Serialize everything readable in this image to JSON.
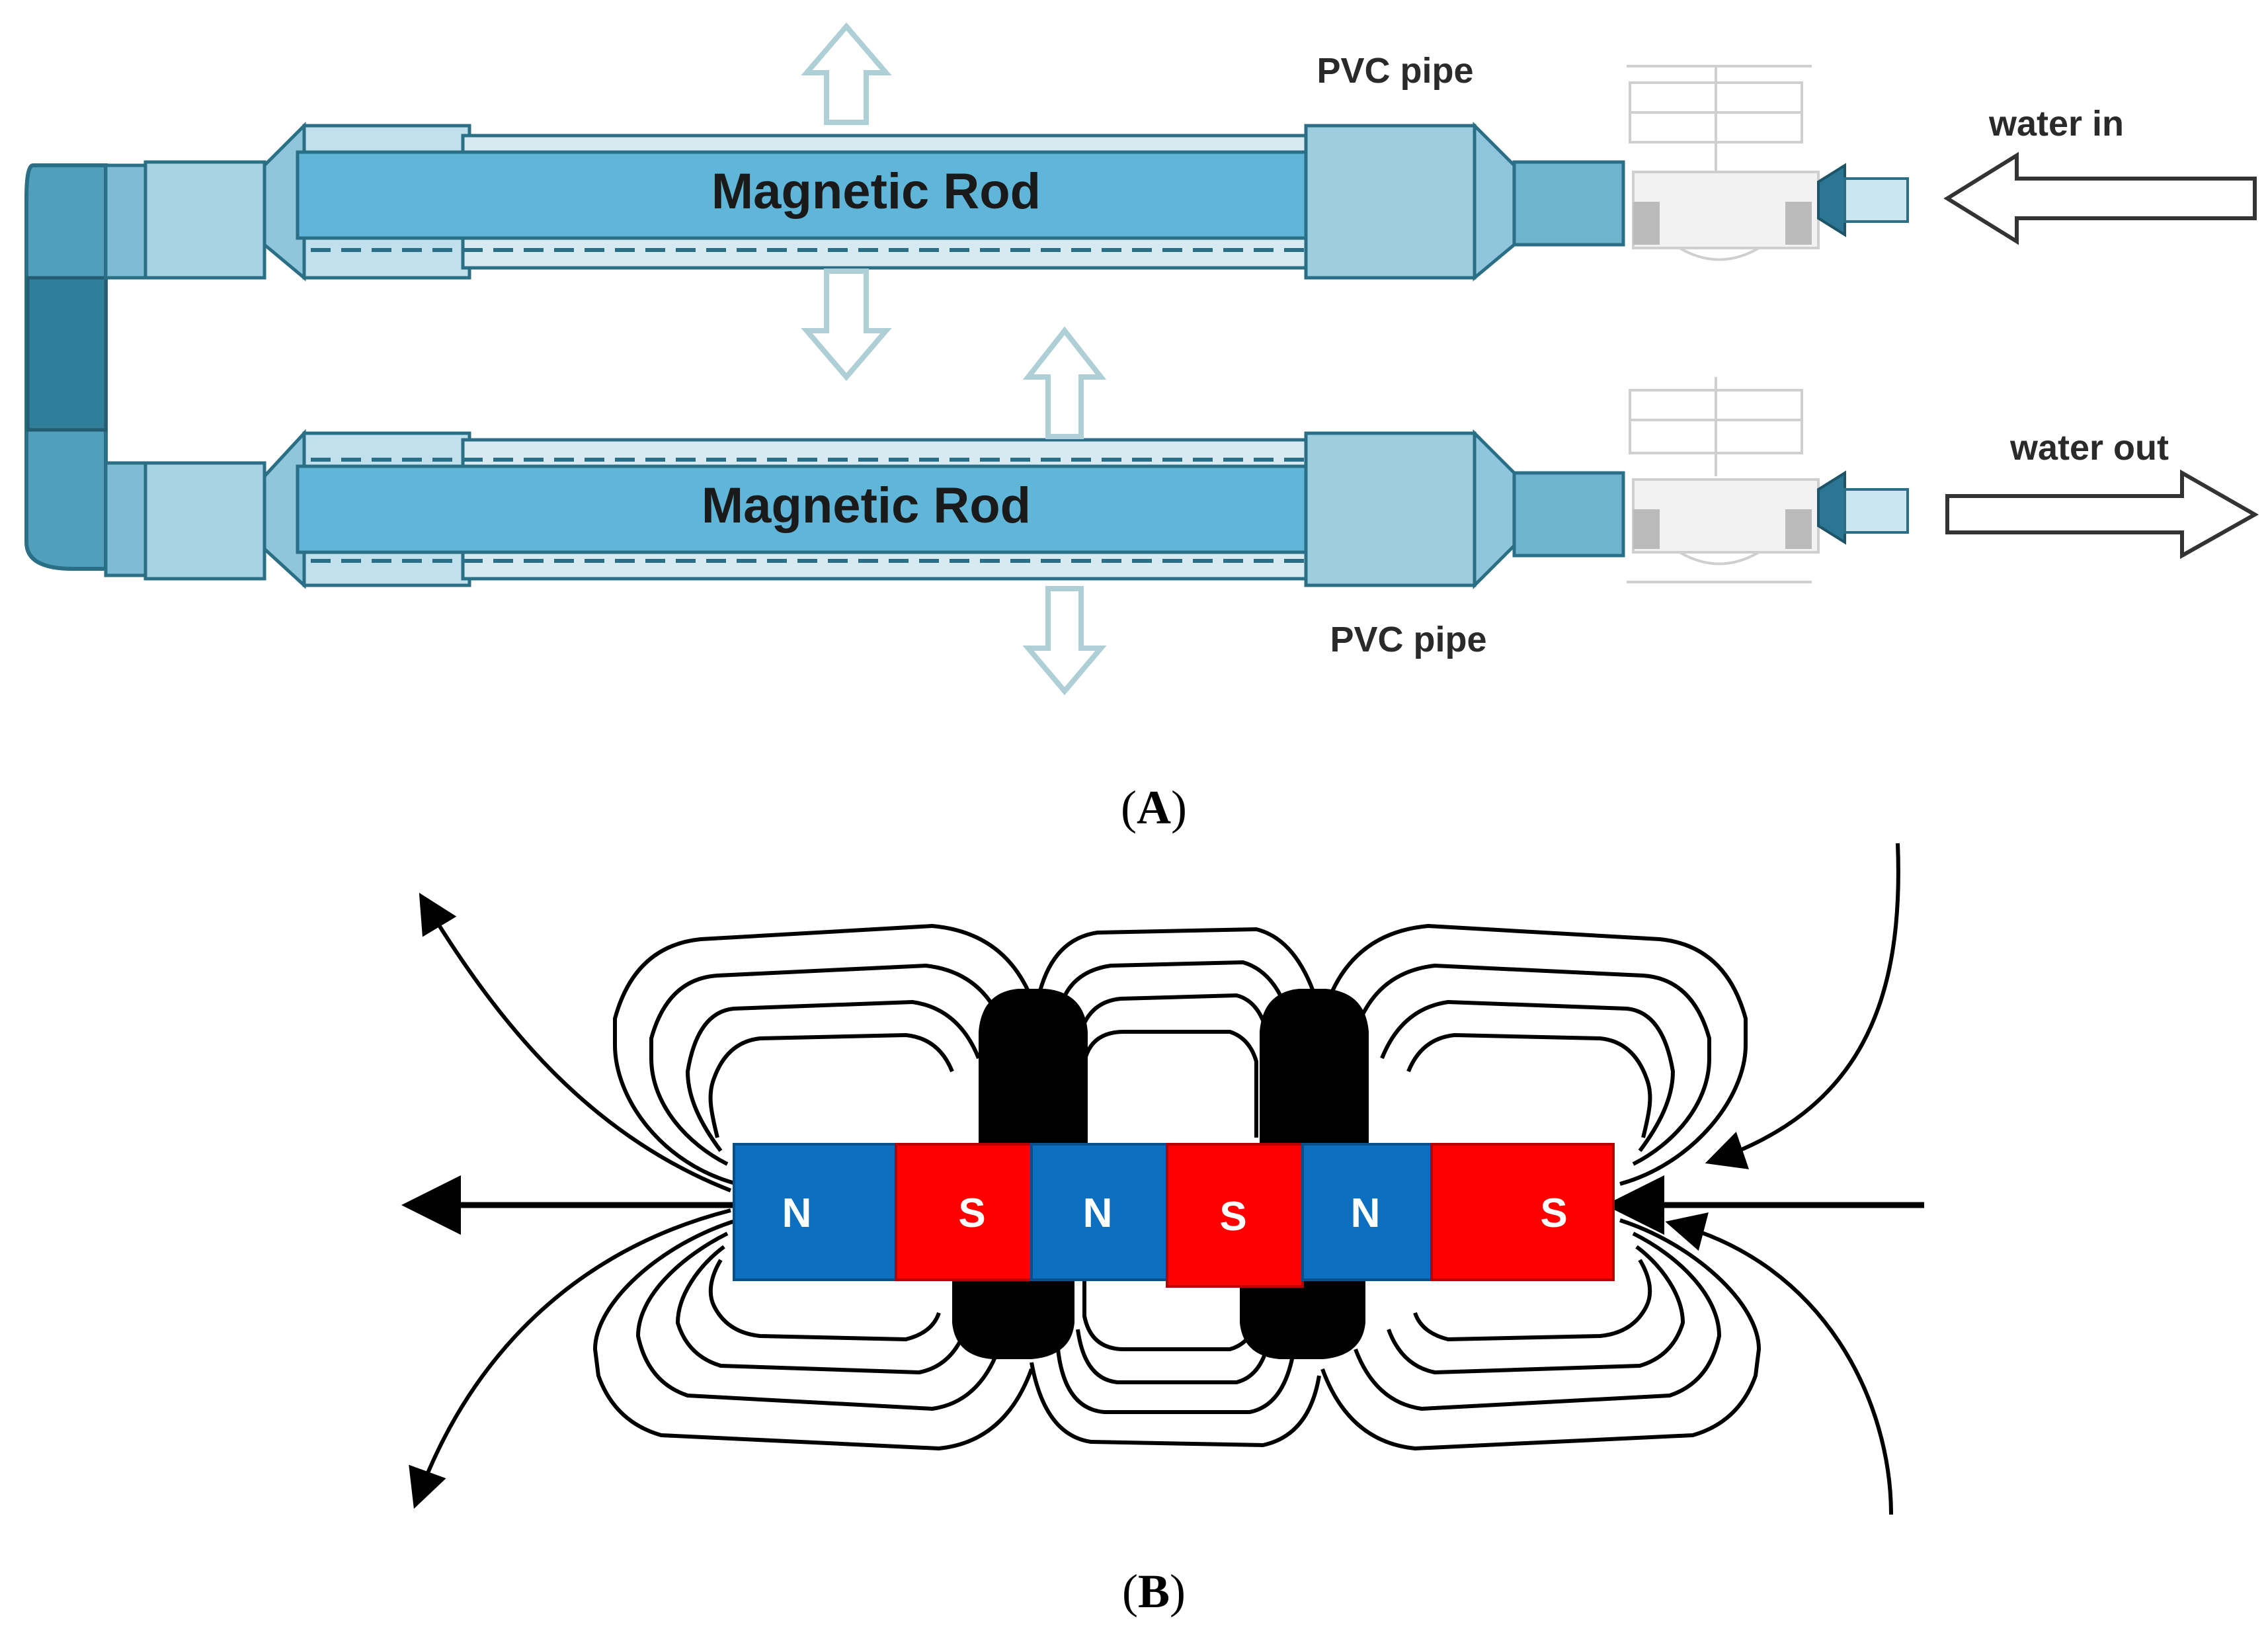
{
  "panel_a": {
    "caption_open": "(",
    "caption_letter": "A",
    "caption_close": ")",
    "rod_top_label": "Magnetic Rod",
    "rod_bottom_label": "Magnetic Rod",
    "pipe_top_label": "PVC pipe",
    "pipe_bottom_label": "PVC pipe",
    "water_in_label": "water in",
    "water_out_label": "water out"
  },
  "panel_b": {
    "caption_open": "(",
    "caption_letter": "B",
    "caption_close": ")",
    "magnet_poles": [
      "N",
      "S",
      "N",
      "S",
      "N",
      "S"
    ]
  },
  "colors": {
    "pipe_fill": "#5fb6d9",
    "pipe_dark": "#2c6f86",
    "pipe_light": "#bcdde9",
    "pole_n": "#0d6fbf",
    "pole_s": "#ff0000",
    "field_line": "#000000",
    "pole_piece": "#000000",
    "flow_arrow": "#aecfd6"
  }
}
